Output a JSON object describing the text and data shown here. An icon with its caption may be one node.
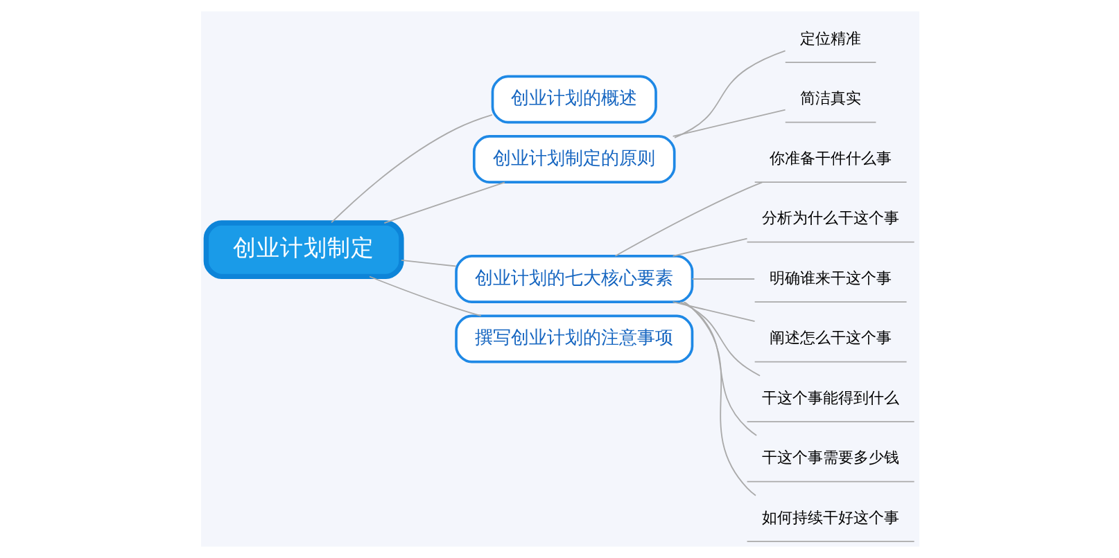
{
  "diagram": {
    "nodes": [
      {
        "text": [
          "创业计划制定"
        ]
      },
      {
        "text": [
          "创业计划的概述"
        ]
      },
      {
        "text": [
          "创业计划制定的原则"
        ]
      },
      {
        "text": [
          "定位精准"
        ]
      },
      {
        "text": [
          "简洁真实"
        ]
      },
      {
        "text": [
          "创业计划的七大核心要素"
        ]
      },
      {
        "text": [
          "你准备干件什么事"
        ]
      },
      {
        "text": [
          "分析为什么干这个事"
        ]
      },
      {
        "text": [
          "明确谁来干这个事"
        ]
      },
      {
        "text": [
          "阐述怎么干这个事"
        ]
      },
      {
        "text": [
          "干这个事能得到什么"
        ]
      },
      {
        "text": [
          "干这个事需要多少钱"
        ]
      },
      {
        "text": [
          "如何持续干好这个事"
        ]
      },
      {
        "text": [
          "撰写创业计划的注意事项"
        ]
      }
    ],
    "edges": [
      {
        "from": 0,
        "to": 1,
        "arrow": "none"
      },
      {
        "from": 0,
        "to": 2,
        "arrow": "none"
      },
      {
        "from": 2,
        "to": 3,
        "arrow": "none"
      },
      {
        "from": 2,
        "to": 4,
        "arrow": "none"
      },
      {
        "from": 0,
        "to": 5,
        "arrow": "none"
      },
      {
        "from": 5,
        "to": 6,
        "arrow": "none"
      },
      {
        "from": 5,
        "to": 7,
        "arrow": "none"
      },
      {
        "from": 5,
        "to": 8,
        "arrow": "none"
      },
      {
        "from": 5,
        "to": 9,
        "arrow": "none"
      },
      {
        "from": 5,
        "to": 10,
        "arrow": "none"
      },
      {
        "from": 5,
        "to": 11,
        "arrow": "none"
      },
      {
        "from": 5,
        "to": 12,
        "arrow": "none"
      },
      {
        "from": 0,
        "to": 13,
        "arrow": "none"
      }
    ]
  }
}
